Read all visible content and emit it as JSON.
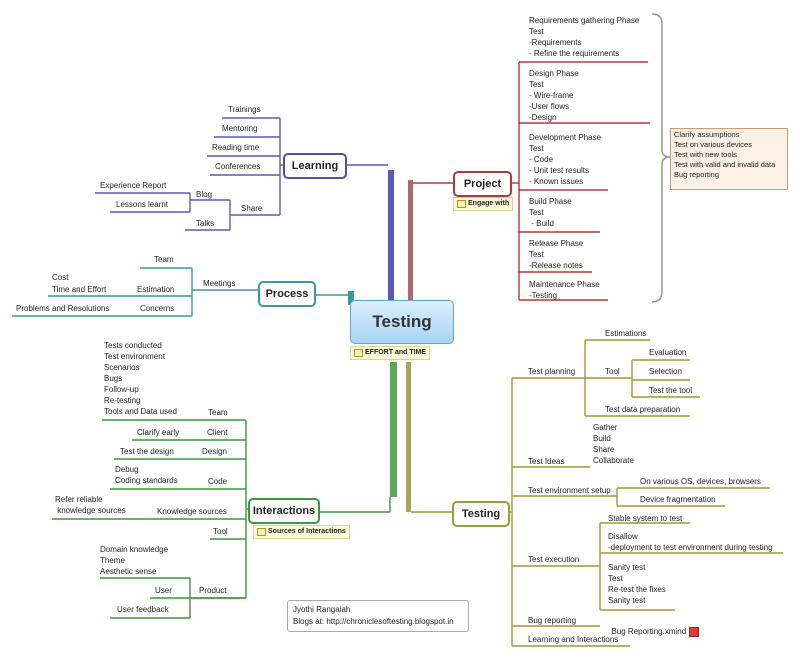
{
  "central": {
    "label": "Testing",
    "note": "EFFORT and TIME"
  },
  "learning": {
    "label": "Learning",
    "items": [
      "Trainings",
      "Mentoring",
      "Reading time",
      "Conferences"
    ],
    "share": "Share",
    "blog": "Blog",
    "experience_report": "Experience Report",
    "lessons_learnt": "Lessons learnt",
    "talks": "Talks"
  },
  "process": {
    "label": "Process",
    "meetings": "Meetings",
    "team": "Team",
    "estimation": "Estimation",
    "cost": "Cost",
    "time_effort": "Time and Effort",
    "concerns": "Concerns",
    "problems": "Problems and Resolutions"
  },
  "interactions": {
    "label": "Interactions",
    "note": "Sources of Interactions",
    "team_list": "Tests conducted\nTest environment\nScenarios\nBugs\nFollow-up\nRe-testing\nTools and Data used",
    "team": "Team",
    "client": "Client",
    "clarify_early": "Clarify early",
    "design": "Design",
    "test_design": "Test the design",
    "code": "Code",
    "code_list": "Debug\nCoding standards",
    "knowledge": "Knowledge sources",
    "refer": "Refer reliable\n knowledge sources",
    "tool": "Tool",
    "product_list": "Domain knowledge\nTheme\nAesthetic sense",
    "product": "Product",
    "user": "User",
    "user_feedback": "User feedback"
  },
  "project": {
    "label": "Project",
    "note": "Engage with",
    "phases": [
      "Requirements gathering Phase\nTest\n-Requirements\n- Refine the requirements",
      "Design Phase\nTest\n- Wire-frame\n-User flows\n-Design",
      "Development Phase\nTest\n- Code\n- Unit test results\n- Known issues",
      "Build Phase\nTest\n - Build",
      "Release Phase\nTest\n-Release notes",
      "Maintenance Phase\n-Testing"
    ],
    "callout": "Clarify assumptions\nTest on various devices\nTest with new tools\nTest with valid and invalid data\nBug reporting"
  },
  "testing": {
    "label": "Testing",
    "planning": "Test planning",
    "estimations": "Estimations",
    "tool": "Tool",
    "evaluation": "Evaluation",
    "selection": "Selection",
    "test_tool": "Test the tool",
    "data_prep": "Test data preparation",
    "ideas": "Test Ideas",
    "ideas_list": "Gather\nBuild\nShare\nCollaborate",
    "env_setup": "Test environment setup",
    "env_os": "On various OS, devices, browsers",
    "device_frag": "Device fragmentation",
    "execution": "Test execution",
    "stable": "Stable system to test",
    "disallow": "Disallow\n-deployment to test environment during testing",
    "sanity": "Sanity test\nTest\nRe-test the fixes\nSanity test",
    "bug_reporting": "Bug reporting",
    "bug_file": "Bug Reporting.xmind",
    "learning_interactions": "Learning and Interactions"
  },
  "author": {
    "name": "Jyothi Rangaiah",
    "blog": "Blogs at: http://chroniclesoftesting.blogspot.in"
  },
  "colors": {
    "learning": "#5050a8",
    "process": "#3a9a9a",
    "interactions": "#3a9a3a",
    "project": "#b03838",
    "testing": "#a09a30",
    "project_spine": "#a06060",
    "learning_spine": "#5a5ab8"
  }
}
